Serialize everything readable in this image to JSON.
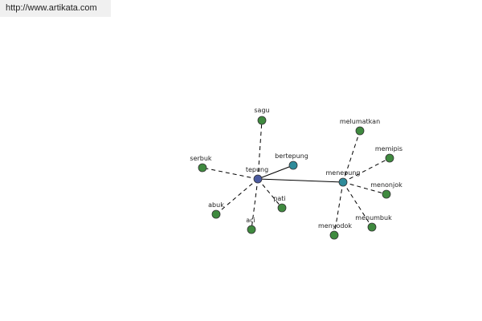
{
  "source_url": "http://www.artikata.com",
  "colors": {
    "hub": "#4a5aa0",
    "synonym": "#2e8b9a",
    "leaf": "#3f8a3f",
    "node_stroke": "#333333",
    "edge": "#000000"
  },
  "graph": {
    "nodes": [
      {
        "id": "tepung",
        "label": "tepung",
        "kind": "hub"
      },
      {
        "id": "menepung",
        "label": "menepung",
        "kind": "synonym"
      },
      {
        "id": "bertepung",
        "label": "bertepung",
        "kind": "synonym"
      },
      {
        "id": "sagu",
        "label": "sagu",
        "kind": "leaf"
      },
      {
        "id": "serbuk",
        "label": "serbuk",
        "kind": "leaf"
      },
      {
        "id": "abuk",
        "label": "abuk",
        "kind": "leaf"
      },
      {
        "id": "aci",
        "label": "aci",
        "kind": "leaf"
      },
      {
        "id": "pati",
        "label": "pati",
        "kind": "leaf"
      },
      {
        "id": "melumatkan",
        "label": "melumatkan",
        "kind": "leaf"
      },
      {
        "id": "memipis",
        "label": "memipis",
        "kind": "leaf"
      },
      {
        "id": "menonjok",
        "label": "menonjok",
        "kind": "leaf"
      },
      {
        "id": "menumbuk",
        "label": "menumbuk",
        "kind": "leaf"
      },
      {
        "id": "menyodok",
        "label": "menyodok",
        "kind": "leaf"
      }
    ],
    "edges": [
      {
        "from": "tepung",
        "to": "menepung",
        "style": "solid"
      },
      {
        "from": "tepung",
        "to": "bertepung",
        "style": "solid"
      },
      {
        "from": "tepung",
        "to": "sagu",
        "style": "dashed"
      },
      {
        "from": "tepung",
        "to": "serbuk",
        "style": "dashed"
      },
      {
        "from": "tepung",
        "to": "abuk",
        "style": "dashed"
      },
      {
        "from": "tepung",
        "to": "aci",
        "style": "dashed"
      },
      {
        "from": "tepung",
        "to": "pati",
        "style": "dashed"
      },
      {
        "from": "menepung",
        "to": "melumatkan",
        "style": "dashed"
      },
      {
        "from": "menepung",
        "to": "memipis",
        "style": "dashed"
      },
      {
        "from": "menepung",
        "to": "menonjok",
        "style": "dashed"
      },
      {
        "from": "menepung",
        "to": "menumbuk",
        "style": "dashed"
      },
      {
        "from": "menepung",
        "to": "menyodok",
        "style": "dashed"
      }
    ]
  }
}
